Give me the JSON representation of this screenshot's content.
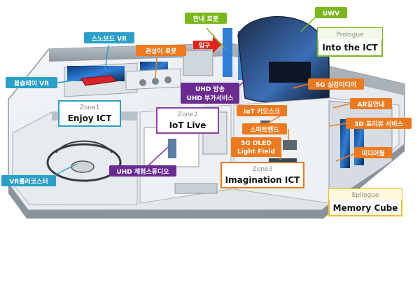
{
  "colors": {
    "green": "#7ab81e",
    "cyan": "#2a9fc8",
    "orange": "#ef7a1e",
    "purple": "#6a2c91",
    "red": "#e2231a",
    "zone1_border": "#2a9fc8",
    "zone2_border": "#8e3fa8",
    "zone3_border": "#ef7a1e",
    "prologue_border": "#7ab81e",
    "epilogue_border": "#f0c020"
  },
  "labels": {
    "guide_robot": "안내 로봇",
    "uwv": "UWV",
    "snowboard_vr": "스노보드 VR",
    "viewing_robot": "관상어 로봇",
    "entrance": "입구",
    "bobsleigh_vr": "봅슬레이 VR",
    "uhd_broadcast_1": "UHD 방송",
    "uhd_broadcast_2": "UHD 부가서비스",
    "realistic_media": "5G 실감미디어",
    "iot_kiosk": "IoT 키오스크",
    "ar_guide": "AR길안내",
    "smartband": "스마트밴드",
    "preview_3d": "3D 프리뷰 서비스",
    "oled_1": "5G OLED",
    "oled_2": "Light Field",
    "media_wall": "미디어월",
    "vr_coaster": "VR롤러코스터",
    "uhd_studio": "UHD 체험스튜디오"
  },
  "zones": {
    "prologue": {
      "sub": "Prologue",
      "main": "Into the ICT"
    },
    "zone1": {
      "sub": "Zone1",
      "main": "Enjoy ICT"
    },
    "zone2": {
      "sub": "Zone2",
      "main": "IoT Live"
    },
    "zone3": {
      "sub": "Zone3",
      "main": "Imagination ICT"
    },
    "epilogue": {
      "sub": "Epilogue",
      "main": "Memory Cube"
    }
  }
}
